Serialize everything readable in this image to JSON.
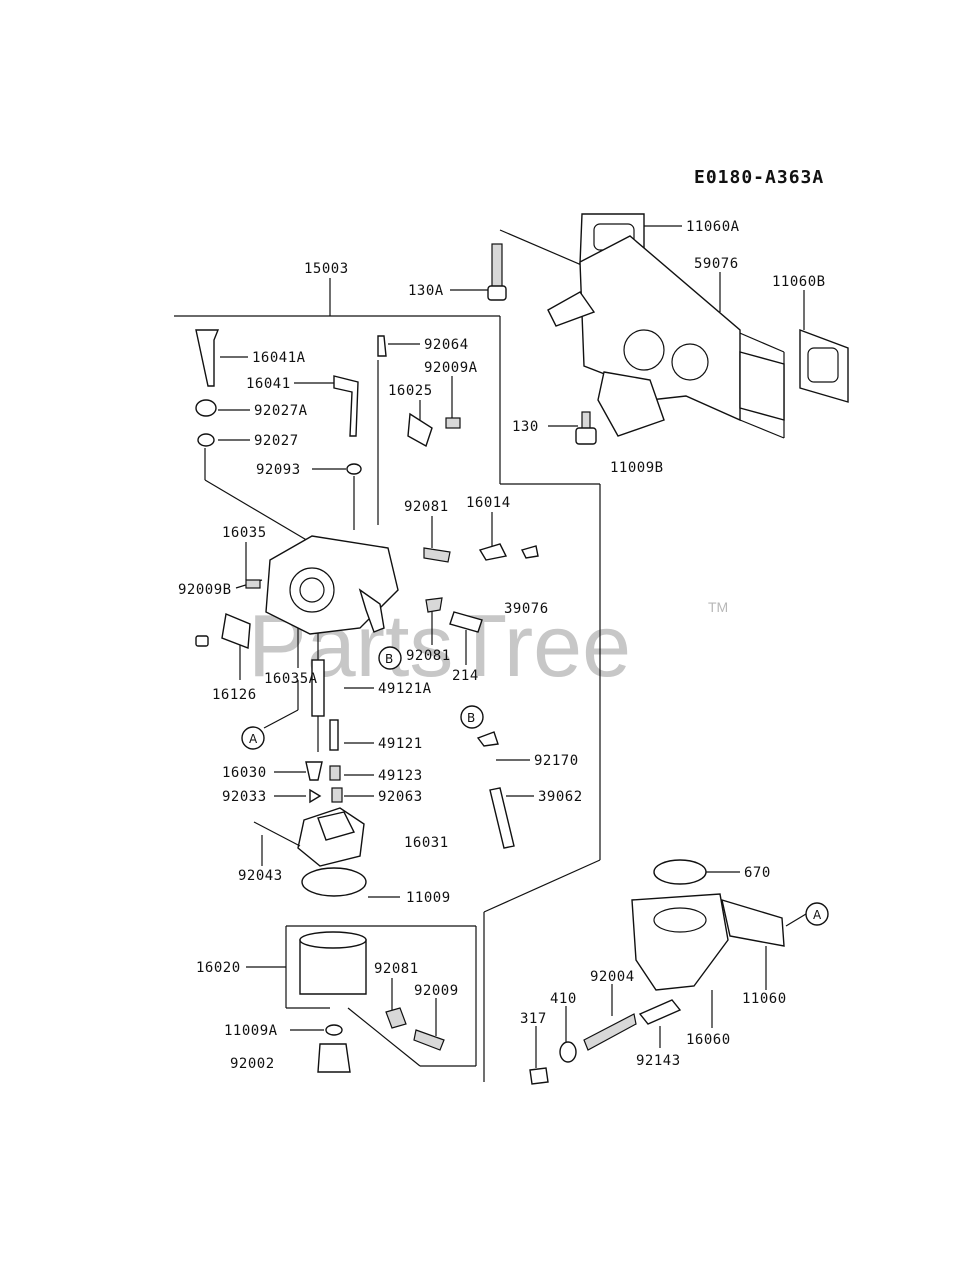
{
  "diagram_code": "E0180-A363A",
  "watermark": {
    "text": "PartsTree",
    "tm": "TM"
  },
  "callouts": [
    "A",
    "B",
    "B",
    "A"
  ],
  "labels": [
    "11060A",
    "59076",
    "11060B",
    "130A",
    "130",
    "11009B",
    "15003",
    "16041A",
    "92064",
    "92009A",
    "16041",
    "16025",
    "92027A",
    "92027",
    "92093",
    "92081",
    "16014",
    "16035",
    "92009B",
    "39076",
    "92081",
    "214",
    "16126",
    "16035A",
    "49121A",
    "49121",
    "92170",
    "16030",
    "49123",
    "92033",
    "92063",
    "39062",
    "16031",
    "92043",
    "11009",
    "670",
    "16020",
    "92081",
    "92009",
    "11009A",
    "92002",
    "92004",
    "410",
    "317",
    "92143",
    "16060",
    "11060"
  ]
}
